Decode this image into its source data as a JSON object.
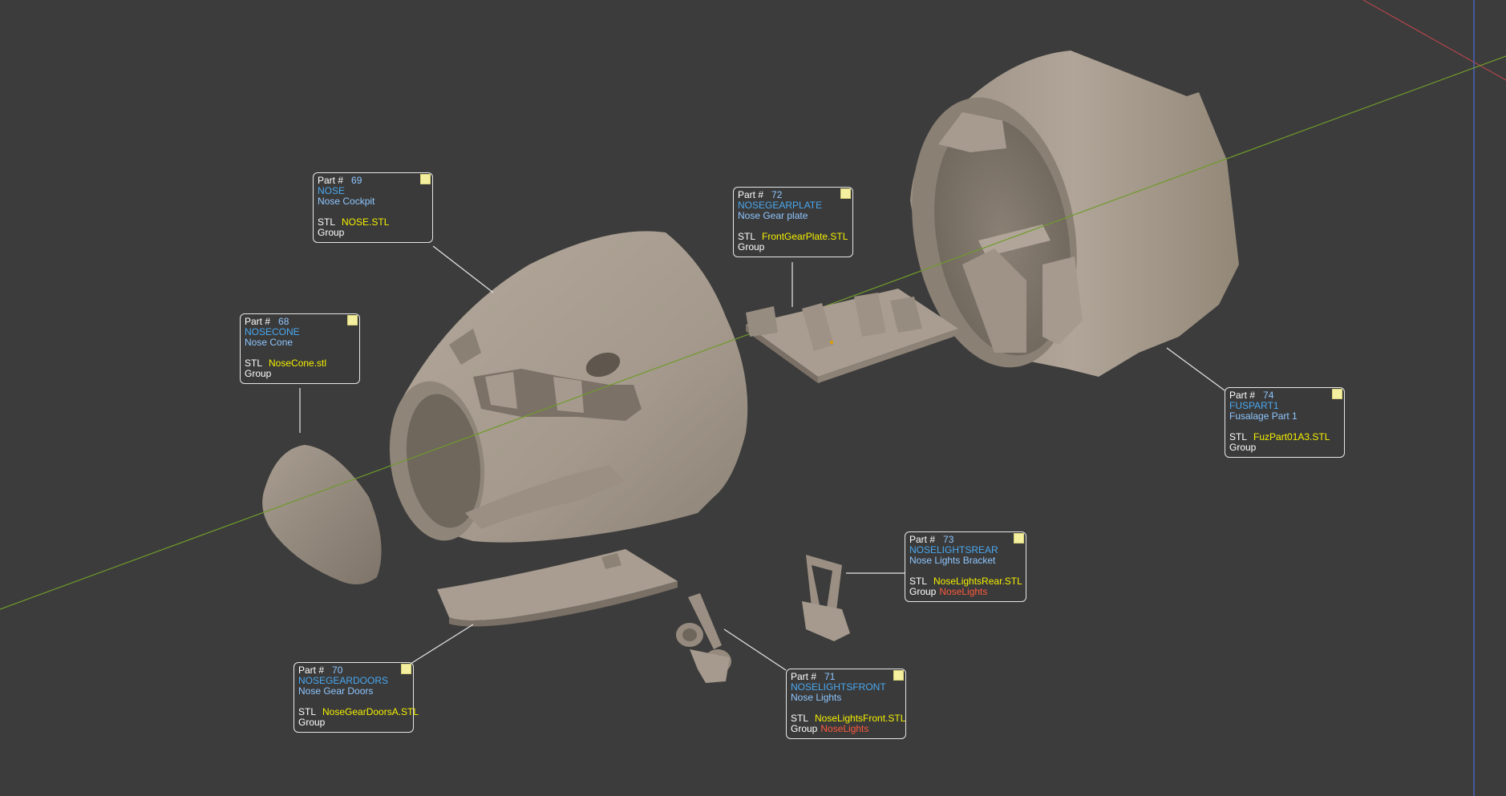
{
  "colors": {
    "background": "#3c3c3c",
    "axis_green": "#6f9a2a",
    "axis_red": "#c8464e",
    "axis_blue": "#4a63b8",
    "part_fill": "#a89d90",
    "part_shade": "#7a7066",
    "label_text_name": "#4aa8f0",
    "label_text_desc": "#8ec6ff",
    "label_text_stl": "#f5f000",
    "label_text_group": "#ff5a3c"
  },
  "labels": [
    {
      "id": "nose",
      "part_prefix": "Part #",
      "part_number": "69",
      "name": "NOSE",
      "description": "Nose Cockpit",
      "stl_prefix": "STL",
      "stl": "NOSE.STL",
      "group_prefix": "Group",
      "group": ""
    },
    {
      "id": "nosecone",
      "part_prefix": "Part #",
      "part_number": "68",
      "name": "NOSECONE",
      "description": "Nose Cone",
      "stl_prefix": "STL",
      "stl": "NoseCone.stl",
      "group_prefix": "Group",
      "group": ""
    },
    {
      "id": "nosegearplate",
      "part_prefix": "Part #",
      "part_number": "72",
      "name": "NOSEGEARPLATE",
      "description": "Nose Gear plate",
      "stl_prefix": "STL",
      "stl": "FrontGearPlate.STL",
      "group_prefix": "Group",
      "group": ""
    },
    {
      "id": "fuspart1",
      "part_prefix": "Part #",
      "part_number": "74",
      "name": "FUSPART1",
      "description": "Fusalage Part 1",
      "stl_prefix": "STL",
      "stl": "FuzPart01A3.STL",
      "group_prefix": "Group",
      "group": ""
    },
    {
      "id": "noselightsrear",
      "part_prefix": "Part #",
      "part_number": "73",
      "name": "NOSELIGHTSREAR",
      "description": "Nose Lights Bracket",
      "stl_prefix": "STL",
      "stl": "NoseLightsRear.STL",
      "group_prefix": "Group",
      "group": "NoseLights"
    },
    {
      "id": "nosegeardoors",
      "part_prefix": "Part #",
      "part_number": "70",
      "name": "NOSEGEARDOORS",
      "description": "Nose Gear Doors",
      "stl_prefix": "STL",
      "stl": "NoseGearDoorsA.STL",
      "group_prefix": "Group",
      "group": ""
    },
    {
      "id": "noselightsfront",
      "part_prefix": "Part #",
      "part_number": "71",
      "name": "NOSELIGHTSFRONT",
      "description": "Nose Lights",
      "stl_prefix": "STL",
      "stl": "NoseLightsFront.STL",
      "group_prefix": "Group",
      "group": "NoseLights"
    }
  ]
}
